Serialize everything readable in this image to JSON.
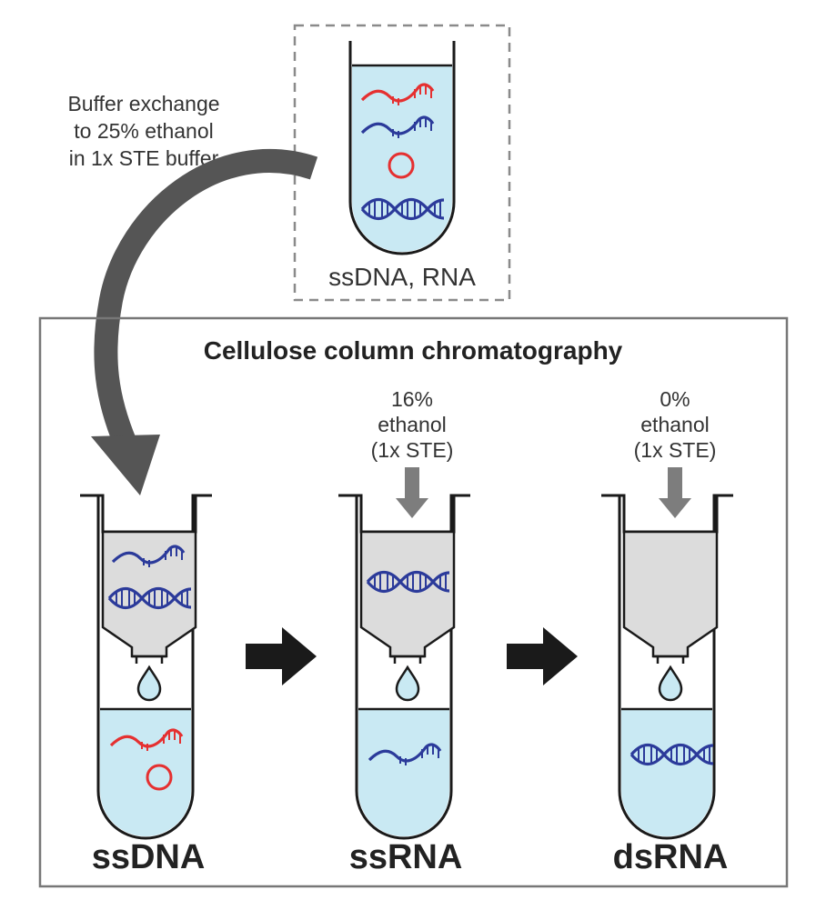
{
  "source_box": {
    "instruction_lines": [
      "Buffer exchange",
      "to 25% ethanol",
      "in 1x STE buffer"
    ],
    "tube_label": "ssDNA, RNA"
  },
  "column_panel": {
    "title": "Cellulose column chromatography",
    "wash_step_2": [
      "16%",
      "ethanol",
      "(1x STE)"
    ],
    "wash_step_3": [
      "0%",
      "ethanol",
      "(1x STE)"
    ],
    "fractions": [
      "ssDNA",
      "ssRNA",
      "dsRNA"
    ]
  },
  "colors": {
    "liquid": "#c9e9f3",
    "resin": "#dcdcdc",
    "ssDNA_strand": "#e53030",
    "RNA_strand": "#2b3a9a",
    "outline": "#1a1a1a",
    "arrow": "#7d7d7d"
  }
}
